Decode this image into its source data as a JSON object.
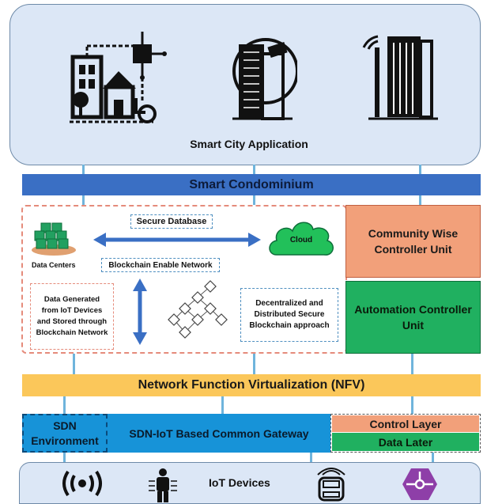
{
  "top_panel": {
    "label": "Smart City Application",
    "icons": [
      "smart-home-circuit-icon",
      "skyscraper-icon",
      "wireless-tower-building-icon"
    ]
  },
  "condominium_bar": {
    "label": "Smart Condominium"
  },
  "blockchain_block": {
    "data_centers_label": "Data Centers",
    "secure_database_label": "Secure Database",
    "cloud_label": "Cloud",
    "blockchain_network_label": "Blockchain Enable Network",
    "data_generated_label": "Data Generated\nfrom IoT Devices\nand Stored through\nBlockchain Network",
    "decentralized_label": "Decentralized and\nDistributed Secure\nBlockchain approach"
  },
  "community_unit": {
    "label": "Community Wise\nController Unit"
  },
  "automation_unit": {
    "label": "Automation Controller\nUnit"
  },
  "nfv_bar": {
    "label": "Network Function Virtualization (NFV)"
  },
  "sdn_env": {
    "label": "SDN\nEnvironment"
  },
  "gateway": {
    "label": "SDN-IoT Based Common Gateway"
  },
  "control_layer": {
    "label": "Control Layer"
  },
  "data_layer": {
    "label": "Data Later"
  },
  "iot_bar": {
    "label": "IoT Devices",
    "icons": [
      "wireless-signal-icon",
      "person-sensor-icon",
      "car-icon",
      "hexagon-node-icon"
    ]
  },
  "colors": {
    "blue_bar": "#3a6fc4",
    "nfv": "#fbc75a",
    "orange": "#f2a07a",
    "green": "#20b060",
    "sdn_blue": "#1793d8",
    "panel": "#dce7f6",
    "connector": "#6fb4dc",
    "dash_red": "#e58b7b",
    "dash_blue": "#4f8fc0"
  }
}
